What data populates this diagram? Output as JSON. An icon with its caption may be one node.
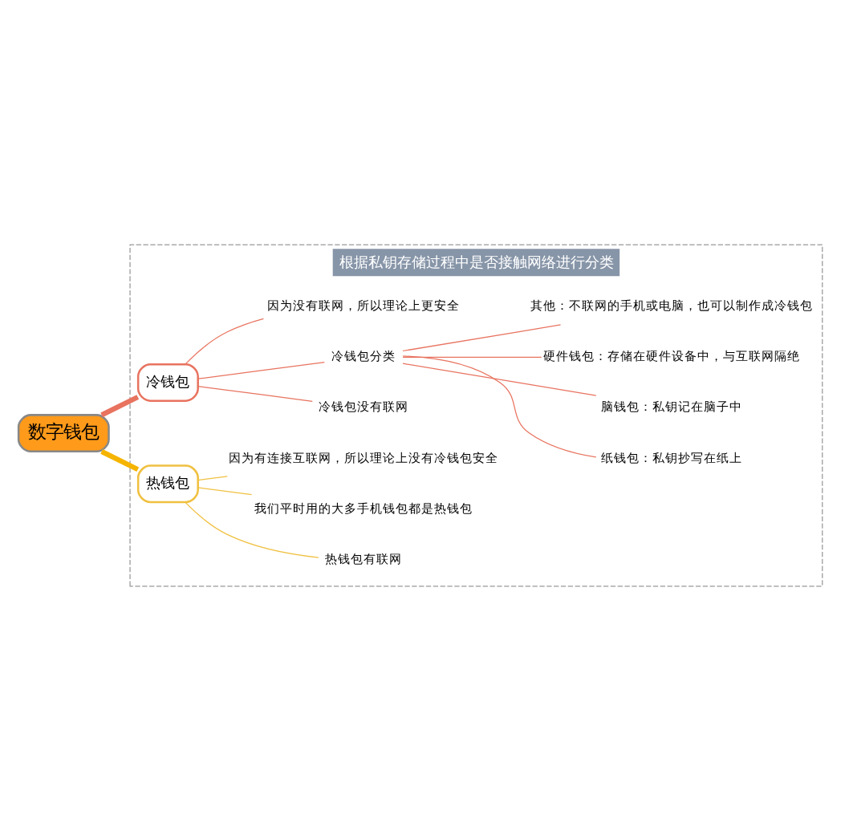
{
  "diagram": {
    "nodes": [
      {
        "text": [
          "数字钱包"
        ]
      },
      {
        "text": [
          "根据私钥存储过程中是否接触网络进行分类"
        ]
      },
      {
        "text": [
          "冷钱包"
        ],
        "in": 1
      },
      {
        "text": [
          "冷钱包没有联网"
        ],
        "in": 1
      },
      {
        "text": [
          "冷钱包分类"
        ],
        "in": 1
      },
      {
        "text": [
          "纸钱包：私钥抄写在纸上"
        ],
        "in": 1
      },
      {
        "text": [
          "脑钱包：私钥记在脑子中"
        ],
        "in": 1
      },
      {
        "text": [
          "硬件钱包：存储在硬件设备中，与互联网隔绝"
        ],
        "in": 1
      },
      {
        "text": [
          "其他：不联网的手机或电脑，也可以制作成冷钱包"
        ],
        "in": 1
      },
      {
        "text": [
          "因为没有联网，所以理论上更安全"
        ],
        "in": 1
      },
      {
        "text": [
          "热钱包"
        ],
        "in": 1
      },
      {
        "text": [
          "热钱包有联网"
        ],
        "in": 1
      },
      {
        "text": [
          "我们平时用的大多手机钱包都是热钱包"
        ],
        "in": 1
      },
      {
        "text": [
          "因为有连接互联网，所以理论上没有冷钱包安全"
        ],
        "in": 1
      }
    ],
    "edges": [
      {
        "from": 0,
        "to": 2,
        "arrow": "none",
        "style": "thick"
      },
      {
        "from": 2,
        "to": 3,
        "arrow": "none"
      },
      {
        "from": 2,
        "to": 4,
        "arrow": "none"
      },
      {
        "from": 4,
        "to": 5,
        "arrow": "none"
      },
      {
        "from": 4,
        "to": 6,
        "arrow": "none"
      },
      {
        "from": 4,
        "to": 7,
        "arrow": "none"
      },
      {
        "from": 4,
        "to": 8,
        "arrow": "none"
      },
      {
        "from": 2,
        "to": 9,
        "arrow": "none"
      },
      {
        "from": 0,
        "to": 10,
        "arrow": "none",
        "style": "thick",
        "color": "#f5b400"
      },
      {
        "from": 10,
        "to": 11,
        "arrow": "none",
        "color": "#f0c040"
      },
      {
        "from": 10,
        "to": 12,
        "arrow": "none",
        "color": "#f0c040"
      },
      {
        "from": 10,
        "to": 13,
        "arrow": "none",
        "color": "#f0c040"
      }
    ]
  }
}
